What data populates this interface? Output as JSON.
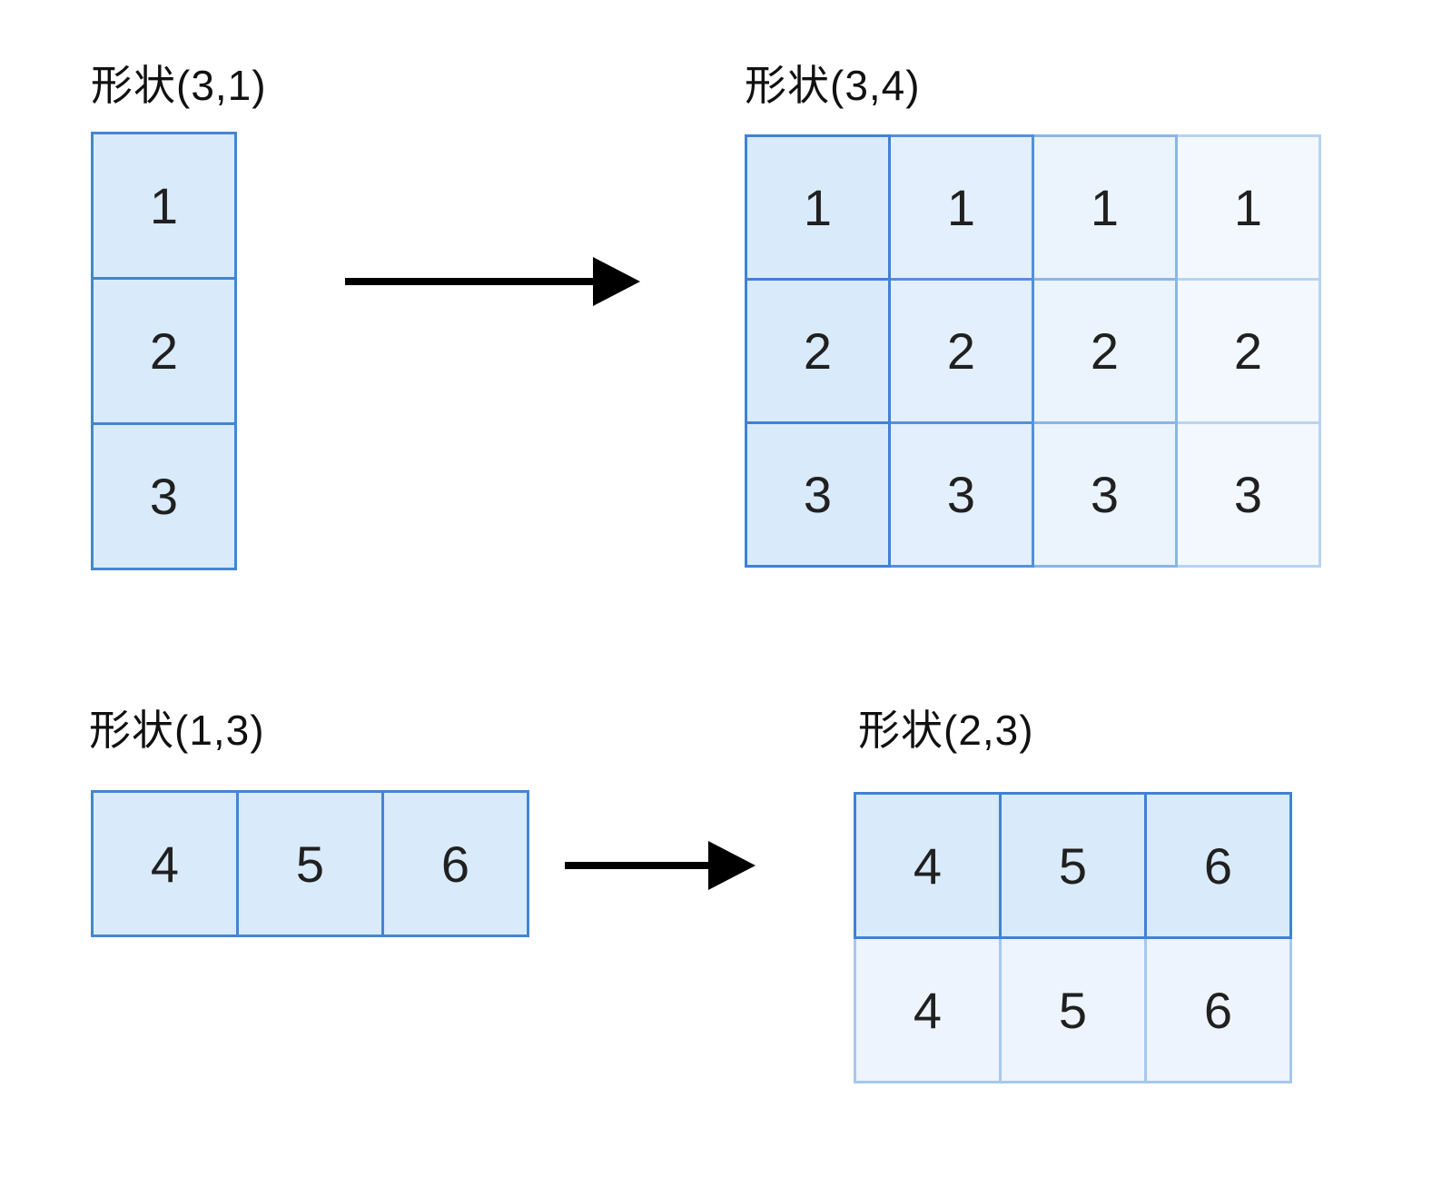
{
  "colors": {
    "background": "#ffffff",
    "number_text": "#202020",
    "label_text": "#111111",
    "arrow": "#000000",
    "cell_fill_strong": "#d9eafb",
    "cell_fill_faded": "#f3f8fe",
    "border_strong": "#3f82d6",
    "border_faded": "#b7d3f1"
  },
  "examples": [
    {
      "source": {
        "label": "形状(3,1)",
        "rows": 3,
        "cols": 1,
        "cells": [
          [
            "1"
          ],
          [
            "2"
          ],
          [
            "3"
          ]
        ],
        "fills": [
          [
            "#d9eafb"
          ],
          [
            "#d9eafb"
          ],
          [
            "#d9eafb"
          ]
        ],
        "borders": [
          [
            "#4585d0"
          ],
          [
            "#4585d0"
          ],
          [
            "#4585d0"
          ]
        ]
      },
      "result": {
        "label": "形状(3,4)",
        "rows": 3,
        "cols": 4,
        "cells": [
          [
            "1",
            "1",
            "1",
            "1"
          ],
          [
            "2",
            "2",
            "2",
            "2"
          ],
          [
            "3",
            "3",
            "3",
            "3"
          ]
        ],
        "fills": [
          [
            "#d9eafb",
            "#e3effc",
            "#ebf3fd",
            "#f3f8fe"
          ],
          [
            "#d9eafb",
            "#e3effc",
            "#ebf3fd",
            "#f3f8fe"
          ],
          [
            "#d9eafb",
            "#e3effc",
            "#ebf3fd",
            "#f3f8fe"
          ]
        ],
        "borders": [
          [
            "#3f82d6",
            "#5590da",
            "#8ab5e8",
            "#b7d3f1"
          ],
          [
            "#3f82d6",
            "#5590da",
            "#8ab5e8",
            "#b7d3f1"
          ],
          [
            "#3f82d6",
            "#5590da",
            "#8ab5e8",
            "#b7d3f1"
          ]
        ]
      }
    },
    {
      "source": {
        "label": "形状(1,3)",
        "rows": 1,
        "cols": 3,
        "cells": [
          [
            "4",
            "5",
            "6"
          ]
        ],
        "fills": [
          [
            "#d9eafb",
            "#d9eafb",
            "#d9eafb"
          ]
        ],
        "borders": [
          [
            "#4585d0",
            "#4585d0",
            "#4585d0"
          ]
        ]
      },
      "result": {
        "label": "形状(2,3)",
        "rows": 2,
        "cols": 3,
        "cells": [
          [
            "4",
            "5",
            "6"
          ],
          [
            "4",
            "5",
            "6"
          ]
        ],
        "fills": [
          [
            "#d9eafb",
            "#d9eafb",
            "#d9eafb"
          ],
          [
            "#edf4fd",
            "#edf4fd",
            "#edf4fd"
          ]
        ],
        "borders": [
          [
            "#3f82d6",
            "#3f82d6",
            "#3f82d6"
          ],
          [
            "#a6c8ee",
            "#a6c8ee",
            "#a6c8ee"
          ]
        ]
      }
    }
  ]
}
